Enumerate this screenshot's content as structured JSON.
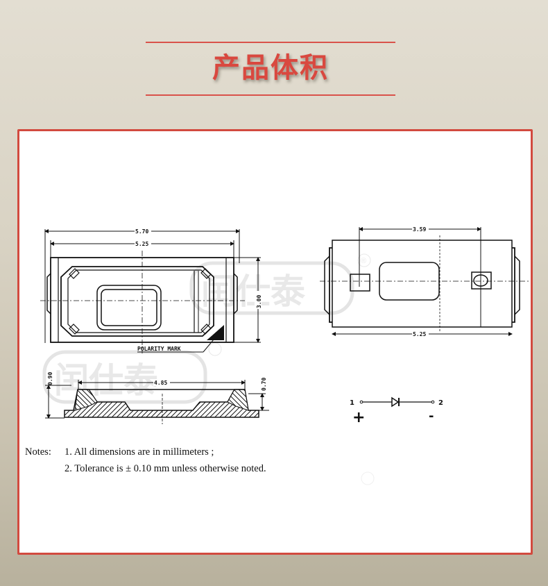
{
  "header": {
    "title": "产品体积"
  },
  "colors": {
    "accent": "#d9483f",
    "panel_border": "#d24a3f",
    "background_top": "#e3ded2",
    "background_bottom": "#b8b19d"
  },
  "drawing": {
    "top_view": {
      "overall_width": "5.70",
      "body_width": "5.25",
      "height": "3.00",
      "polarity_label": "POLARITY MARK"
    },
    "bottom_view": {
      "pad_spacing": "3.59",
      "body_width": "5.25"
    },
    "side_view": {
      "lens_width": "4.85",
      "total_height": "0.90",
      "body_height": "0.70"
    },
    "schematic": {
      "pin1_label": "1",
      "pin2_label": "2",
      "anode_sign": "+",
      "cathode_sign": "-"
    },
    "watermark": {
      "brand": "闰仕泰",
      "registered": "®"
    }
  },
  "notes": {
    "label": "Notes:",
    "items": [
      "1. All dimensions are in millimeters ;",
      "2. Tolerance is ± 0.10 mm unless otherwise noted."
    ]
  }
}
